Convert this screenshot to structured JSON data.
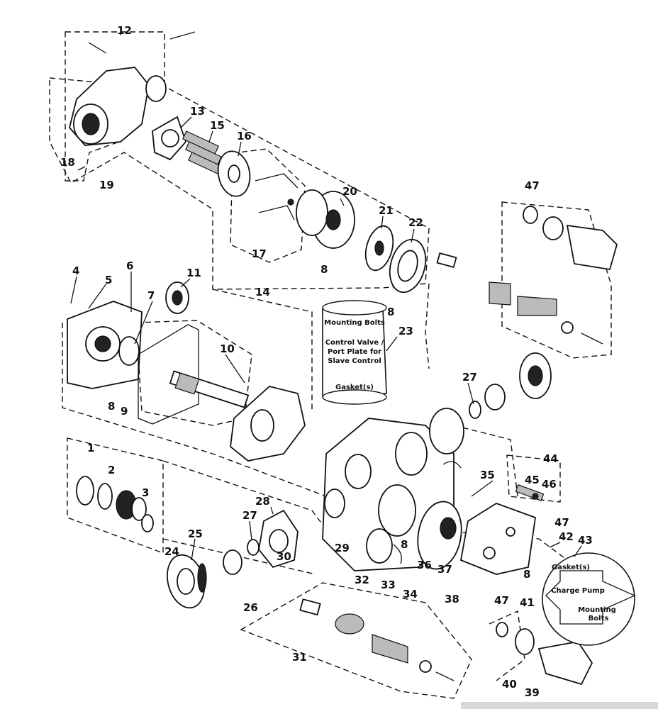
{
  "diagram": {
    "callouts": [
      "1",
      "2",
      "3",
      "4",
      "5",
      "6",
      "7",
      "8",
      "9",
      "10",
      "11",
      "12",
      "13",
      "14",
      "15",
      "16",
      "17",
      "18",
      "19",
      "20",
      "21",
      "22",
      "23",
      "24",
      "25",
      "26",
      "27",
      "28",
      "29",
      "30",
      "31",
      "32",
      "33",
      "34",
      "35",
      "36",
      "37",
      "38",
      "39",
      "40",
      "41",
      "42",
      "43",
      "44",
      "45",
      "46",
      "47"
    ],
    "box_23": {
      "line1": "Mounting Bolts",
      "line2": "Control Valve /",
      "line3": "Port Plate for",
      "line4": "Slave Control",
      "line5": "Gasket(s)"
    },
    "box_43": {
      "gasket": "Gasket(s)",
      "charge_pump": "Charge Pump",
      "mounting": "Mounting",
      "bolts": "Bolts"
    }
  }
}
